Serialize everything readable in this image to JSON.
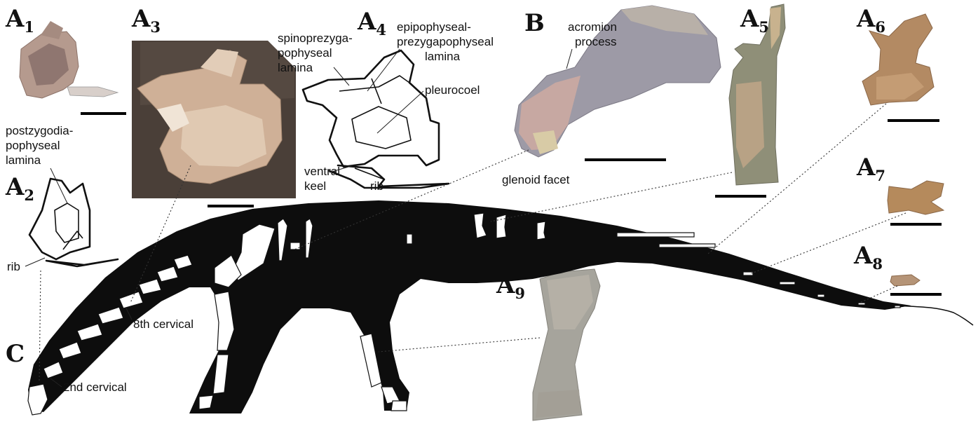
{
  "panels": {
    "A1": {
      "letter": "A",
      "num": "1"
    },
    "A2": {
      "letter": "A",
      "num": "2"
    },
    "A3": {
      "letter": "A",
      "num": "3"
    },
    "A4": {
      "letter": "A",
      "num": "4"
    },
    "A5": {
      "letter": "A",
      "num": "5"
    },
    "A6": {
      "letter": "A",
      "num": "6"
    },
    "A7": {
      "letter": "A",
      "num": "7"
    },
    "A8": {
      "letter": "A",
      "num": "8"
    },
    "A9": {
      "letter": "A",
      "num": "9"
    },
    "B": {
      "letter": "B"
    },
    "C": {
      "letter": "C"
    }
  },
  "annotations": {
    "postzygo": [
      "postzygodia-",
      "pophyseal",
      "lamina"
    ],
    "rib_a2": "rib",
    "spinoprezyga": [
      "spinoprezyga-",
      "pophyseal",
      "lamina"
    ],
    "epipophyseal": [
      "epipophyseal-",
      "prezygapophyseal",
      "lamina"
    ],
    "pleurocoel": "pleurocoel",
    "ventral_keel": [
      "ventral",
      "keel"
    ],
    "rib_a4": "rib",
    "acromion": [
      "acromion",
      "process"
    ],
    "glenoid": "glenoid facet",
    "cervical8": "8th cervical",
    "cervical2": "2nd cervical"
  },
  "colors": {
    "silhouette": "#0d0d0d",
    "bone_photo": "#c9a995",
    "scapula_photo": "#9d9aa6",
    "matrix_photo": "#4a3f38",
    "vertebra_photo": "#b38a63",
    "humerus_photo": "#a6a49c"
  }
}
